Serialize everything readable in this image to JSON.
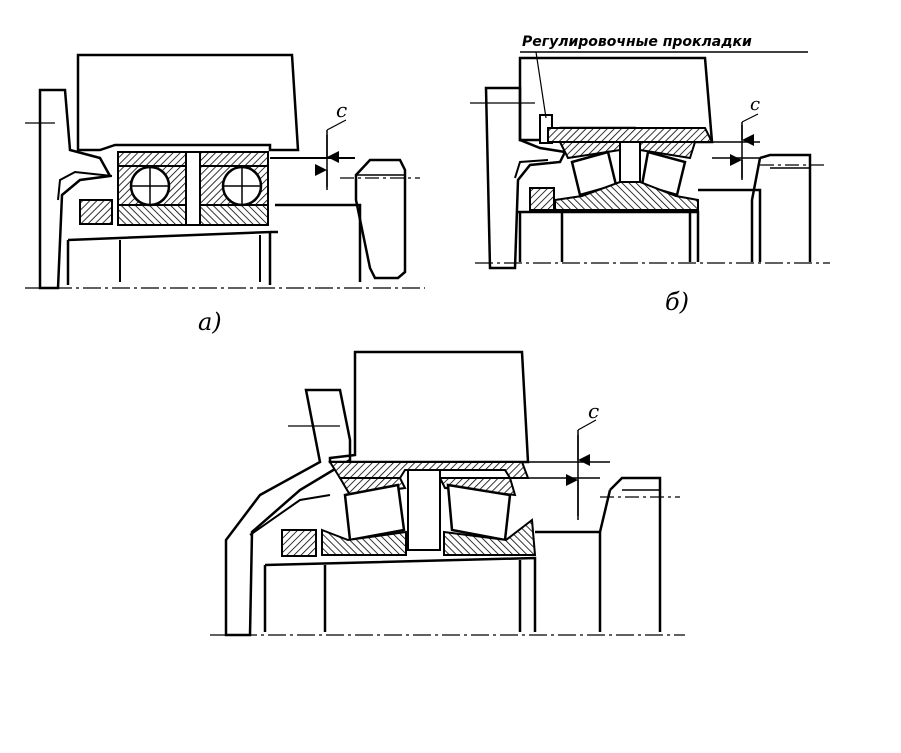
{
  "figure": {
    "panel_a_label": "а)",
    "panel_b_label": "б)",
    "panel_a_dimension": "c",
    "panel_b_dimension": "c",
    "panel_c_dimension": "c",
    "panel_b_callout": "Регулировочные прокладки"
  },
  "colors": {
    "ink": "#000000",
    "paper": "#ffffff"
  }
}
